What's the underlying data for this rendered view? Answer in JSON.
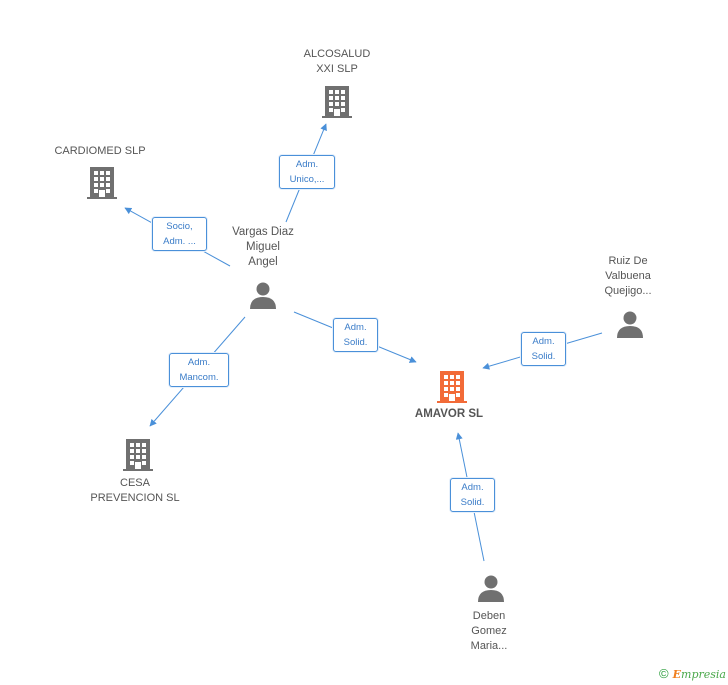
{
  "nodes": {
    "alcosalud": {
      "label_lines": [
        "ALCOSALUD",
        "XXI SLP"
      ],
      "type": "company"
    },
    "cardiomed": {
      "label_lines": [
        "CARDIOMED SLP"
      ],
      "type": "company"
    },
    "vargas": {
      "label_lines": [
        "Vargas Diaz",
        "Miguel",
        "Angel"
      ],
      "type": "person"
    },
    "ruiz": {
      "label_lines": [
        "Ruiz De",
        "Valbuena",
        "Quejigo..."
      ],
      "type": "person"
    },
    "amavor": {
      "label_lines": [
        "AMAVOR SL"
      ],
      "type": "company-main"
    },
    "cesa": {
      "label_lines": [
        "CESA",
        "PREVENCION SL"
      ],
      "type": "company"
    },
    "deben": {
      "label_lines": [
        "Deben",
        "Gomez",
        "Maria..."
      ],
      "type": "person"
    }
  },
  "edges": [
    {
      "id": "e1",
      "from": "vargas",
      "to": "alcosalud",
      "label_lines": [
        "Adm.",
        "Unico,..."
      ]
    },
    {
      "id": "e2",
      "from": "vargas",
      "to": "cardiomed",
      "label_lines": [
        "Socio,",
        "Adm. ..."
      ]
    },
    {
      "id": "e3",
      "from": "vargas",
      "to": "amavor",
      "label_lines": [
        "Adm.",
        "Solid."
      ]
    },
    {
      "id": "e4",
      "from": "vargas",
      "to": "cesa",
      "label_lines": [
        "Adm.",
        "Mancom."
      ]
    },
    {
      "id": "e5",
      "from": "ruiz",
      "to": "amavor",
      "label_lines": [
        "Adm.",
        "Solid."
      ]
    },
    {
      "id": "e6",
      "from": "deben",
      "to": "amavor",
      "label_lines": [
        "Adm.",
        "Solid."
      ]
    }
  ],
  "colors": {
    "company_icon": "#707070",
    "main_icon": "#f26b38",
    "person_icon": "#707070",
    "edge": "#4a90d9"
  },
  "footer": {
    "copyright": "©",
    "brand": "mpresia",
    "brand_initial": "E"
  }
}
